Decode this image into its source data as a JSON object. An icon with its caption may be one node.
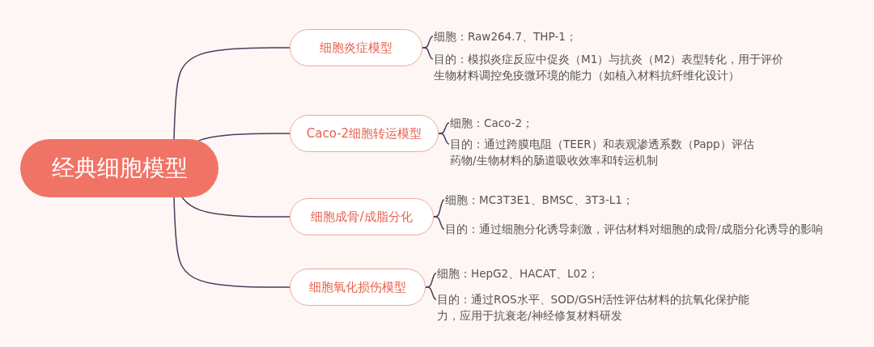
{
  "diagram": {
    "nodes": [
      {
        "text": [
          "经典细胞模型"
        ]
      },
      {
        "text": [
          "细胞炎症模型"
        ]
      },
      {
        "text": [
          "Caco-2细胞转运模型"
        ]
      },
      {
        "text": [
          "细胞成骨/成脂分化"
        ]
      },
      {
        "text": [
          "细胞氧化损伤模型"
        ]
      },
      {
        "text": [
          "细胞：Raw264.7、THP-1；"
        ]
      },
      {
        "text": [
          "目的：模拟炎症反应中促炎（M1）与抗炎（M2）表型转化，用于评价生物材料调控免疫微环境的能力（如植入材料抗纤维化设计）"
        ]
      },
      {
        "text": [
          "细胞：Caco-2；"
        ]
      },
      {
        "text": [
          "目的：通过跨膜电阻（TEER）和表观渗透系数（Papp）评估药物/生物材料的肠道吸收效率和转运机制"
        ]
      },
      {
        "text": [
          "细胞：MC3T3E1、BMSC、3T3-L1；"
        ]
      },
      {
        "text": [
          "目的：通过细胞分化诱导刺激，评估材料对细胞的成骨/成脂分化诱导的影响"
        ]
      },
      {
        "text": [
          "细胞：HepG2、HACAT、L02；"
        ]
      },
      {
        "text": [
          "目的：通过ROS水平、SOD/GSH活性评估材料的抗氧化保护能力，应用于抗衰老/神经修复材料研发"
        ]
      }
    ],
    "edges": [
      {
        "from": 0,
        "to": 1,
        "arrow": "none"
      },
      {
        "from": 0,
        "to": 2,
        "arrow": "none"
      },
      {
        "from": 0,
        "to": 3,
        "arrow": "none"
      },
      {
        "from": 0,
        "to": 4,
        "arrow": "none"
      },
      {
        "from": 1,
        "to": 5,
        "arrow": "none"
      },
      {
        "from": 1,
        "to": 6,
        "arrow": "none"
      },
      {
        "from": 2,
        "to": 7,
        "arrow": "none"
      },
      {
        "from": 2,
        "to": 8,
        "arrow": "none"
      },
      {
        "from": 3,
        "to": 9,
        "arrow": "none"
      },
      {
        "from": 3,
        "to": 10,
        "arrow": "none"
      },
      {
        "from": 4,
        "to": 11,
        "arrow": "none"
      },
      {
        "from": 4,
        "to": 12,
        "arrow": "none"
      }
    ]
  }
}
